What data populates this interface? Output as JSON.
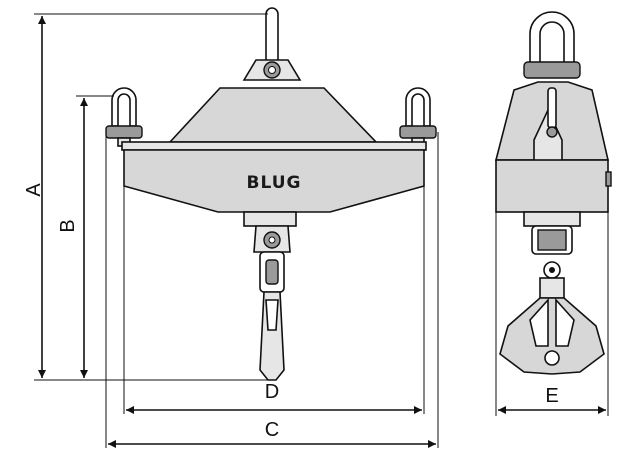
{
  "diagram": {
    "brand_text": "BLUG",
    "dimension_labels": {
      "a": "A",
      "b": "B",
      "c": "C",
      "d": "D",
      "e": "E"
    },
    "colors": {
      "line": "#111111",
      "body_fill": "#d7d7d7",
      "light_fill": "#e6e6e6",
      "dark_fill": "#9a9a9a"
    }
  }
}
